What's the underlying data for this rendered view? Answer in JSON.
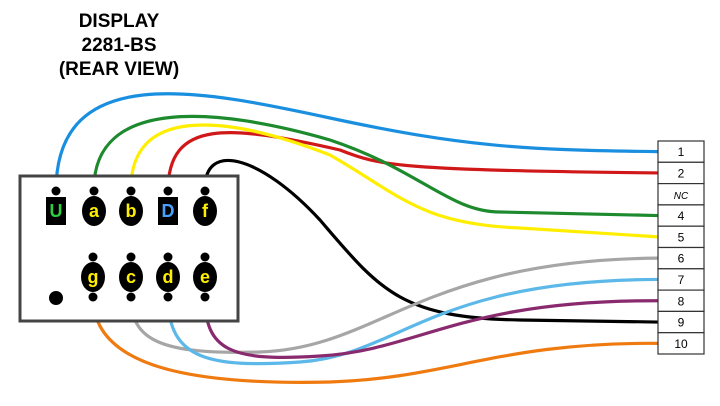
{
  "title": {
    "line1": "DISPLAY",
    "line2": "2281-BS",
    "line3": "(REAR VIEW)"
  },
  "colors": {
    "blue": "#1a8fe0",
    "green": "#1e8a2e",
    "yellow": "#ffee00",
    "red": "#d01818",
    "black": "#000000",
    "gray": "#a6a6a6",
    "lightblue": "#5cb8e8",
    "purple": "#8a2a6e",
    "orange": "#ef7a10",
    "pin_square_text_U": "#2ecc40",
    "pin_square_text_D": "#4aa0ff",
    "pin_oval_text": "#ffee00"
  },
  "pins_top": [
    {
      "id": "U",
      "label": "U",
      "shape": "square"
    },
    {
      "id": "a",
      "label": "a",
      "shape": "oval"
    },
    {
      "id": "b",
      "label": "b",
      "shape": "oval"
    },
    {
      "id": "D",
      "label": "D",
      "shape": "square"
    },
    {
      "id": "f",
      "label": "f",
      "shape": "oval"
    }
  ],
  "pins_bottom": [
    {
      "id": "g",
      "label": "g",
      "shape": "oval"
    },
    {
      "id": "c",
      "label": "c",
      "shape": "oval"
    },
    {
      "id": "d",
      "label": "d",
      "shape": "oval"
    },
    {
      "id": "e",
      "label": "e",
      "shape": "oval"
    }
  ],
  "terminals": [
    {
      "label": "1",
      "italic": false
    },
    {
      "label": "2",
      "italic": false
    },
    {
      "label": "NC",
      "italic": true
    },
    {
      "label": "4",
      "italic": false
    },
    {
      "label": "5",
      "italic": false
    },
    {
      "label": "6",
      "italic": false
    },
    {
      "label": "7",
      "italic": false
    },
    {
      "label": "8",
      "italic": false
    },
    {
      "label": "9",
      "italic": false
    },
    {
      "label": "10",
      "italic": false
    }
  ],
  "wires": [
    {
      "from": "U",
      "to": "1",
      "color": "blue"
    },
    {
      "from": "D",
      "to": "2",
      "color": "red"
    },
    {
      "from": "a",
      "to": "4",
      "color": "green"
    },
    {
      "from": "b",
      "to": "5",
      "color": "yellow"
    },
    {
      "from": "f",
      "to": "9",
      "color": "black"
    },
    {
      "from": "c",
      "to": "6",
      "color": "gray"
    },
    {
      "from": "d",
      "to": "7",
      "color": "lightblue"
    },
    {
      "from": "e",
      "to": "8",
      "color": "purple"
    },
    {
      "from": "g",
      "to": "10",
      "color": "orange"
    }
  ]
}
